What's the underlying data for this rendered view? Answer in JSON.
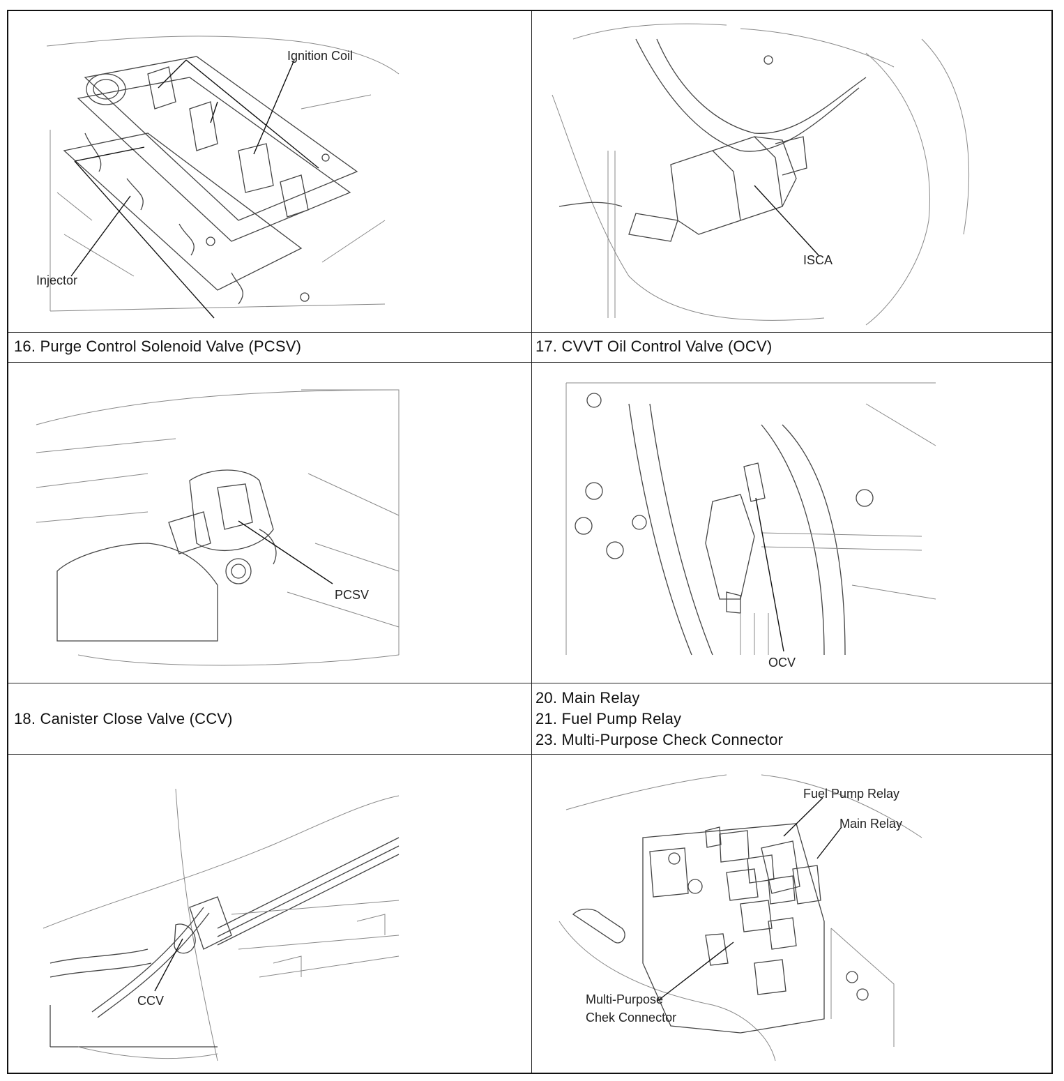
{
  "captions": {
    "row1_left": "16. Purge Control Solenoid Valve (PCSV)",
    "row1_right": "17. CVVT Oil Control Valve (OCV)",
    "row2_left": "18. Canister Close Valve (CCV)",
    "row2_right": [
      "20. Main Relay",
      "21. Fuel Pump Relay",
      "23. Multi-Purpose Check Connector"
    ]
  },
  "figures": {
    "ignition": {
      "label_coil": "Ignition Coil",
      "label_injector": "Injector"
    },
    "isca": {
      "label": "ISCA"
    },
    "pcsv": {
      "label": "PCSV"
    },
    "ocv": {
      "label": "OCV"
    },
    "ccv": {
      "label": "CCV"
    },
    "relay": {
      "label_fuel_pump": "Fuel Pump Relay",
      "label_main": "Main Relay",
      "label_connector_line1": "Multi-Purpose",
      "label_connector_line2": "Chek Connector"
    }
  }
}
